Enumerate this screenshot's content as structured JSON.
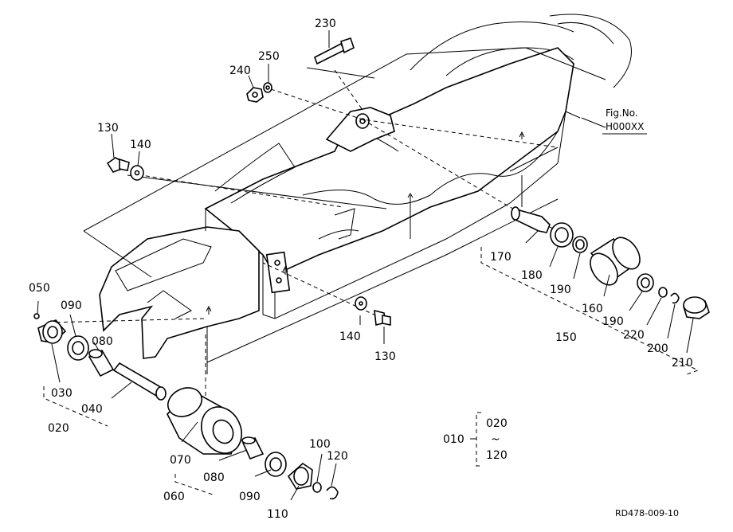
{
  "callouts": {
    "c230": "230",
    "c240": "240",
    "c250": "250",
    "c130a": "130",
    "c140a": "140",
    "c170": "170",
    "c180": "180",
    "c190a": "190",
    "c160": "160",
    "c190b": "190",
    "c220": "220",
    "c200": "200",
    "c210": "210",
    "c150": "150",
    "c140b": "140",
    "c130b": "130",
    "c050": "050",
    "c090a": "090",
    "c080a": "080",
    "c030": "030",
    "c040": "040",
    "c020": "020",
    "c070": "070",
    "c080b": "080",
    "c060": "060",
    "c090b": "090",
    "c110": "110",
    "c100": "100",
    "c120": "120"
  },
  "fig_ref": {
    "line1": "Fig.No.",
    "line2": "H000XX"
  },
  "range": {
    "main": "010",
    "from": "020",
    "tilde": "~",
    "to": "120"
  },
  "drawing_id": "RD478-009-10"
}
